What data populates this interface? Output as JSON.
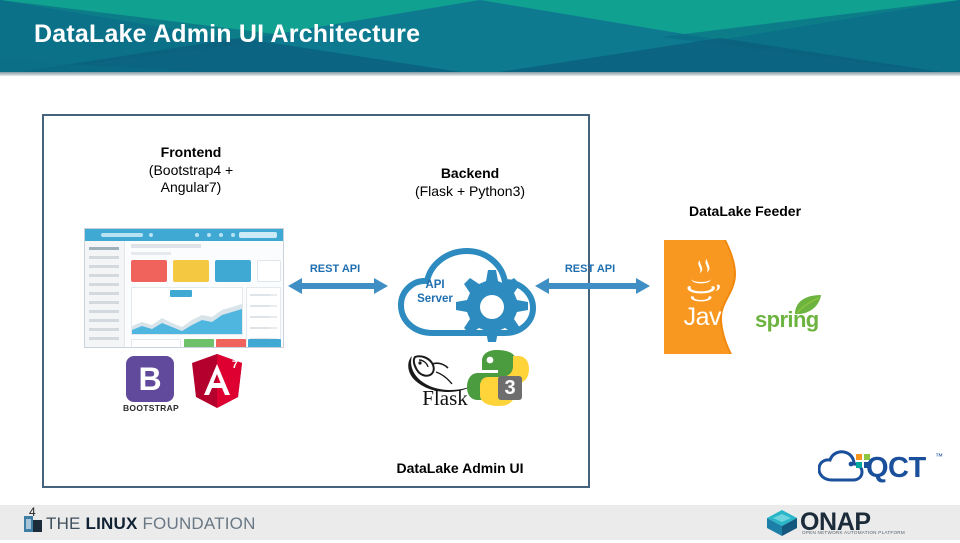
{
  "header": {
    "title": "DataLake Admin UI Architecture",
    "bg_color": "#0d7a90",
    "accent_color": "#14a08f"
  },
  "diagram": {
    "border_color": "#46637d",
    "frontend": {
      "title": "Frontend",
      "subtitle_line1": "(Bootstrap4 +",
      "subtitle_line2": "Angular7)",
      "logos": [
        {
          "name": "bootstrap",
          "letter": "B",
          "word": "BOOTSTRAP",
          "color": "#614a9b"
        },
        {
          "name": "angular",
          "letter": "A",
          "version": "7",
          "color": "#dd0031"
        }
      ]
    },
    "backend": {
      "title": "Backend",
      "subtitle": "(Flask + Python3)",
      "cloud_label_line1": "API",
      "cloud_label_line2": "Server",
      "cloud_color": "#2e8bc0",
      "gear_color": "#2e8bc0",
      "logos": [
        {
          "name": "flask",
          "word": "Flask"
        },
        {
          "name": "python",
          "version": "3",
          "color_green": "#4b8bbe",
          "color_yellow": "#ffd43b"
        }
      ]
    },
    "feeder": {
      "title": "DataLake Feeder",
      "logos": [
        {
          "name": "java",
          "word": "Java",
          "color": "#f89820"
        },
        {
          "name": "spring",
          "word": "spring",
          "color": "#6db33f"
        }
      ]
    },
    "connectors": [
      {
        "name": "rest-api-left",
        "label": "REST API",
        "color": "#2e8bc0"
      },
      {
        "name": "rest-api-right",
        "label": "REST API",
        "color": "#2e8bc0"
      }
    ],
    "bottom_label": "DataLake Admin UI"
  },
  "branding": {
    "qct": {
      "word": "QCT",
      "tm": "™",
      "color": "#1a4f9c"
    }
  },
  "footer": {
    "page_number": "4",
    "linux_foundation": {
      "the": "THE ",
      "linux": "LINUX",
      "foundation": " FOUNDATION"
    },
    "onap": {
      "word": "ONAP",
      "subtitle": "OPEN NETWORK AUTOMATION PLATFORM"
    }
  }
}
